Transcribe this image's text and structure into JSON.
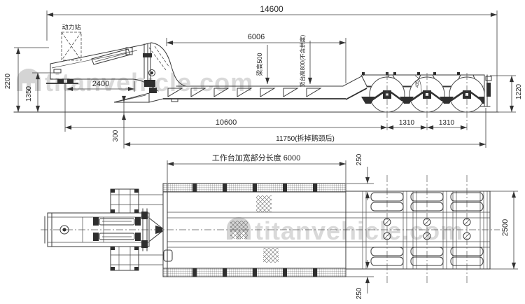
{
  "colors": {
    "line": "#3a3a3a",
    "dimension_text": "#262626",
    "watermark": "#d9d9d9"
  },
  "watermark": {
    "text": "titanvehicle.com"
  },
  "side_view": {
    "labels": {
      "power_station": "动力站",
      "beam_height": "梁高500",
      "platform_height": "货台高800(不含拱度)"
    },
    "dims": {
      "overall_length": "14600",
      "flat_deck_length": "6006",
      "front_height": "2200",
      "neck_plate_height": "1350",
      "neck_length": "2400",
      "front_clearance": "300",
      "front_to_first_axle": "10600",
      "axle_spacing_1": "1310",
      "axle_spacing_2": "1310",
      "length_without_neck": "11750(拆掉鹅颈后)",
      "rear_height": "1220",
      "axle_detail": "435"
    }
  },
  "plan_view": {
    "dims": {
      "widened_length": "工作台加宽部分长度 6000",
      "edge_offset_top": "250",
      "edge_offset_bottom": "250",
      "overall_width": "2500"
    }
  }
}
